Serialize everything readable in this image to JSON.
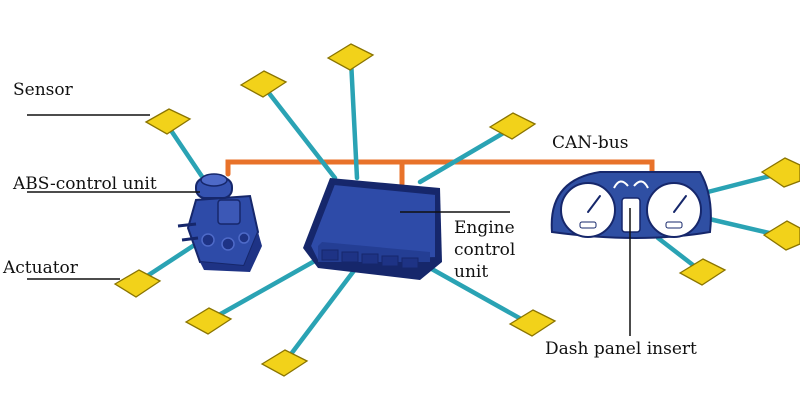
{
  "labels": {
    "sensor": "Sensor",
    "abs": "ABS-control unit",
    "actuator": "Actuator",
    "can_bus": "CAN-bus",
    "engine": [
      "Engine",
      "control",
      "unit"
    ],
    "dash": "Dash panel insert"
  },
  "colors": {
    "node_fill": "#F2D21A",
    "node_edge": "#8A7400",
    "wire": "#2AA3B4",
    "bus": "#E8722A",
    "ecu_body": "#2E4BA8",
    "ecu_dark": "#16276B",
    "dash_body": "#2F4FA3"
  },
  "icons": [
    "sensor-node-icon",
    "abs-control-unit-icon",
    "engine-control-unit-icon",
    "dash-panel-insert-icon"
  ]
}
